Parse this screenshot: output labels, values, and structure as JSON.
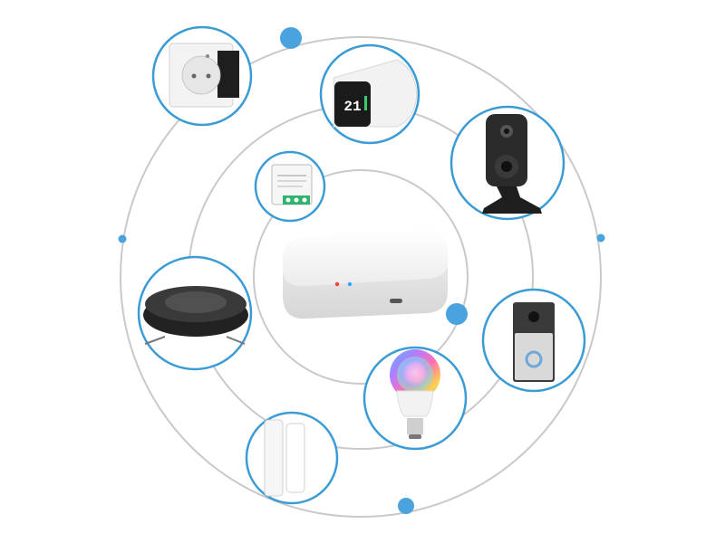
{
  "hub": {
    "name": "smart-home-gateway",
    "led_colors": [
      "#ff3b30",
      "#3aa0ff"
    ]
  },
  "accent_color": "#3a9bd5",
  "ring_color": "#c9c9c9",
  "devices": [
    {
      "name": "wall-socket",
      "icon": "power-socket-icon"
    },
    {
      "name": "radiator-thermostat",
      "icon": "thermostat-icon",
      "display_text": "21"
    },
    {
      "name": "security-camera",
      "icon": "camera-icon"
    },
    {
      "name": "relay-switch-module",
      "icon": "relay-module-icon"
    },
    {
      "name": "robot-vacuum",
      "icon": "robot-vacuum-icon"
    },
    {
      "name": "video-doorbell",
      "icon": "doorbell-icon"
    },
    {
      "name": "rgb-led-bulb",
      "icon": "light-bulb-icon"
    },
    {
      "name": "door-window-sensor",
      "icon": "contact-sensor-icon"
    }
  ]
}
